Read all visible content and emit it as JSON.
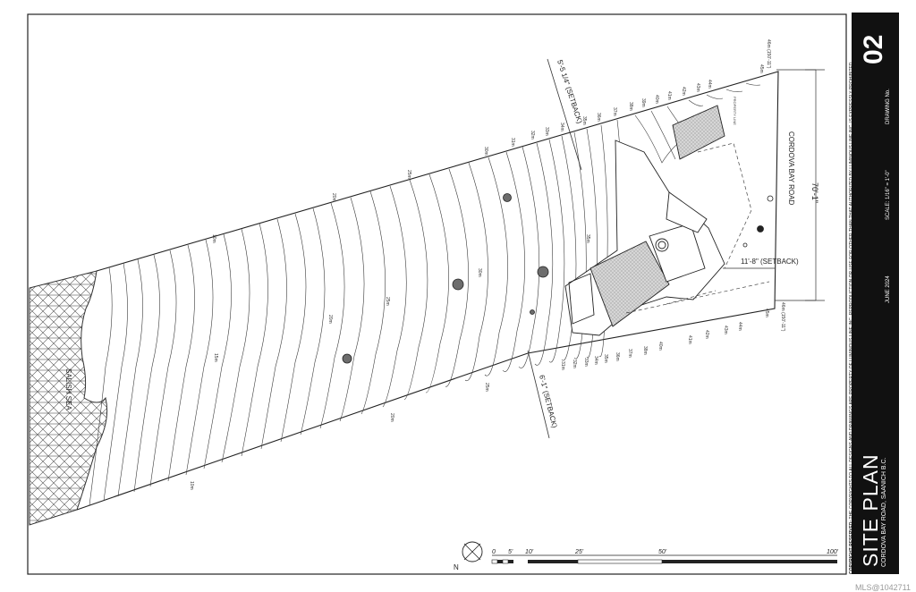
{
  "title_block": {
    "title": "SITE PLAN",
    "address": "CORDOVA BAY ROAD, SAANICH B.C.",
    "date": "JUNE 2024",
    "scale": "SCALE: 1/16\" = 1'-0\"",
    "drawing_label": "DRAWING No.",
    "drawing_number": "02",
    "copyright_bold": "COPYRIGHT RESERVED:",
    "copyright_text": "THE COPYRIGHTS TO ALL DESIGNS AND DRAWINGS ARE PROPERTY OF LUMINOUS LINE INC. REPRODUCTION OR USE FOR OTHER THAN THAT AUTHORIZED BY LUMINOUS LINE INC. IS EXPRESSLY PROHIBITED"
  },
  "labels": {
    "road": "CORDOVA BAY ROAD",
    "road_width": "70'-1\"",
    "sea": "SALISH SEA",
    "setback_north": "5'-5 1/4\" (SETBACK)",
    "setback_south": "6'-1\" (SETBACK)",
    "setback_front": "11'-8\" (SETBACK)",
    "property_line": "PROPERTY LINE",
    "corner_top": "46m (150'-11\")",
    "corner_bottom": "46m (150'-11\")"
  },
  "contours": {
    "north": [
      "10m",
      "20m",
      "25m",
      "30m",
      "31m",
      "32m",
      "33m",
      "34m",
      "35m",
      "36m",
      "37m",
      "38m",
      "39m",
      "40m",
      "41m",
      "42m",
      "43m",
      "44m",
      "45m"
    ],
    "south": [
      "10m",
      "20m",
      "25m",
      "31m",
      "32m",
      "33m",
      "34m",
      "35m",
      "36m",
      "37m",
      "38m",
      "40m",
      "41m",
      "42m",
      "43m",
      "44m",
      "45m"
    ],
    "interior": [
      "10m",
      "15m",
      "20m",
      "25m",
      "30m",
      "35m"
    ]
  },
  "scale_bar": {
    "ticks": [
      "0",
      "5'",
      "10'",
      "25'",
      "50'",
      "100'"
    ],
    "north_symbol": "N"
  },
  "watermark": "MLS@1042711"
}
